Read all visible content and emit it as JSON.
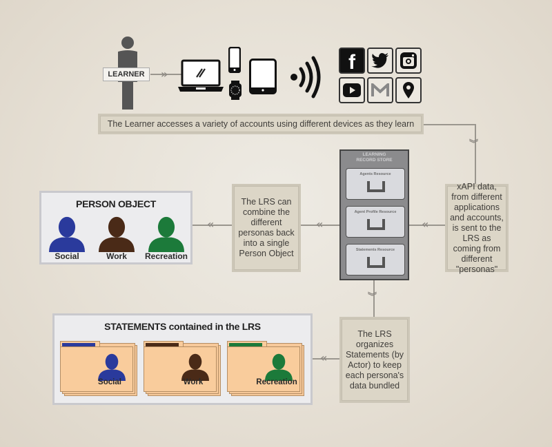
{
  "top_row": {
    "learner_label": "LEARNER",
    "devices": [
      "laptop",
      "smartphone",
      "smartwatch",
      "tablet"
    ],
    "signal": "wireless-signal",
    "accounts": [
      {
        "name": "facebook",
        "glyph": "f"
      },
      {
        "name": "twitter",
        "glyph": "bird"
      },
      {
        "name": "instagram",
        "glyph": "camera"
      },
      {
        "name": "youtube",
        "glyph": "play"
      },
      {
        "name": "gmail",
        "glyph": "M"
      },
      {
        "name": "maps",
        "glyph": "pin"
      }
    ]
  },
  "caption": "The Learner accesses a variety of accounts using different devices as they learn",
  "lrs": {
    "title_line1": "LEARNING",
    "title_line2": "RECORD STORE",
    "drawers": [
      "Agents Resource",
      "Agent Profile Resource",
      "Statements Resource"
    ]
  },
  "notes": {
    "xapi": "xAPI data, from different applications and accounts, is sent to the LRS as coming from different \"personas\"",
    "combine": "The LRS can combine the different personas back into a single Person Object",
    "organize": "The LRS organizes Statements (by Actor) to keep each persona's data bundled"
  },
  "person_object": {
    "title": "PERSON OBJECT",
    "personas": [
      {
        "label": "Social",
        "color": "#2a3a9c"
      },
      {
        "label": "Work",
        "color": "#4a2a17"
      },
      {
        "label": "Recreation",
        "color": "#1c7a3a"
      }
    ]
  },
  "statements": {
    "title": "STATEMENTS contained in the LRS",
    "folders": [
      {
        "label": "Social",
        "color": "#2a3a9c"
      },
      {
        "label": "Work",
        "color": "#4a2a17"
      },
      {
        "label": "Recreation",
        "color": "#1c7a3a"
      }
    ]
  },
  "arrow_glyph": "«",
  "arrow_down_glyph": "︾"
}
